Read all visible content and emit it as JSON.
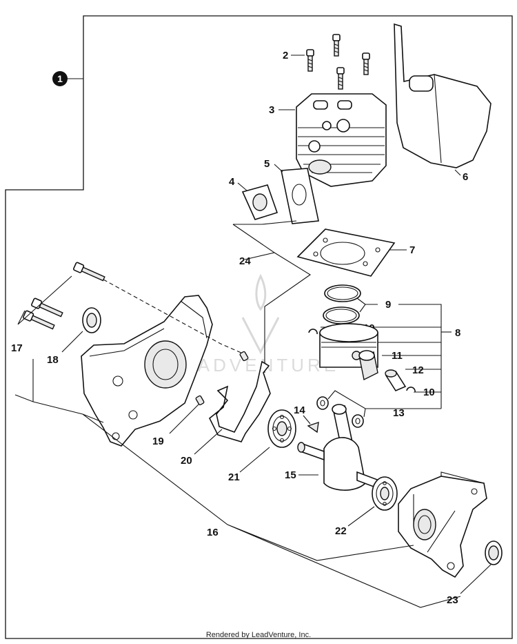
{
  "group_badge": "1",
  "callouts": {
    "c2": "2",
    "c3": "3",
    "c4": "4",
    "c5": "5",
    "c6": "6",
    "c7": "7",
    "c8": "8",
    "c9": "9",
    "c10a": "10",
    "c10b": "10",
    "c11": "11",
    "c12": "12",
    "c13": "13",
    "c14": "14",
    "c15": "15",
    "c16": "16",
    "c17": "17",
    "c18": "18",
    "c19": "19",
    "c20": "20",
    "c21": "21",
    "c22": "22",
    "c23": "23",
    "c24": "24"
  },
  "watermark": "LEADVENTURE",
  "footer": "Rendered by LeadVenture, Inc."
}
